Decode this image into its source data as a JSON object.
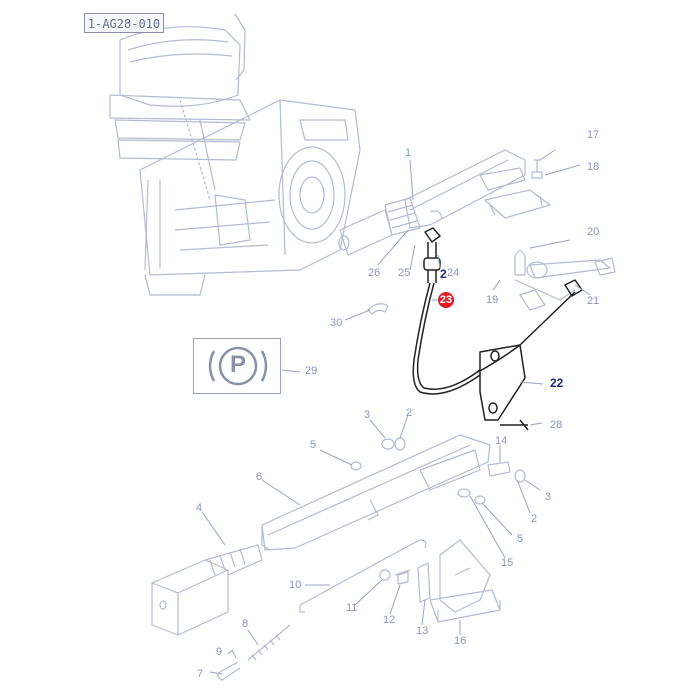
{
  "diagram": {
    "code": "1-AG28-010",
    "parking_symbol": "P",
    "callouts": [
      {
        "id": "c1",
        "label": "1"
      },
      {
        "id": "c2a",
        "label": "2"
      },
      {
        "id": "c2b",
        "label": "2"
      },
      {
        "id": "c2c",
        "label": "2"
      },
      {
        "id": "c3a",
        "label": "3"
      },
      {
        "id": "c3b",
        "label": "3"
      },
      {
        "id": "c4",
        "label": "4"
      },
      {
        "id": "c5a",
        "label": "5"
      },
      {
        "id": "c5b",
        "label": "5"
      },
      {
        "id": "c6",
        "label": "6"
      },
      {
        "id": "c7",
        "label": "7"
      },
      {
        "id": "c8",
        "label": "8"
      },
      {
        "id": "c9",
        "label": "9"
      },
      {
        "id": "c10",
        "label": "10"
      },
      {
        "id": "c11",
        "label": "11"
      },
      {
        "id": "c12",
        "label": "12"
      },
      {
        "id": "c13",
        "label": "13"
      },
      {
        "id": "c14",
        "label": "14"
      },
      {
        "id": "c15",
        "label": "15"
      },
      {
        "id": "c16",
        "label": "16"
      },
      {
        "id": "c17",
        "label": "17"
      },
      {
        "id": "c18",
        "label": "18"
      },
      {
        "id": "c19",
        "label": "19"
      },
      {
        "id": "c20",
        "label": "20"
      },
      {
        "id": "c21",
        "label": "21"
      },
      {
        "id": "c22",
        "label": "22"
      },
      {
        "id": "c23",
        "label": "23"
      },
      {
        "id": "c24",
        "label": "24"
      },
      {
        "id": "c25",
        "label": "25"
      },
      {
        "id": "c26",
        "label": "26"
      },
      {
        "id": "c28",
        "label": "28"
      },
      {
        "id": "c29",
        "label": "29"
      },
      {
        "id": "c30",
        "label": "30"
      }
    ]
  }
}
